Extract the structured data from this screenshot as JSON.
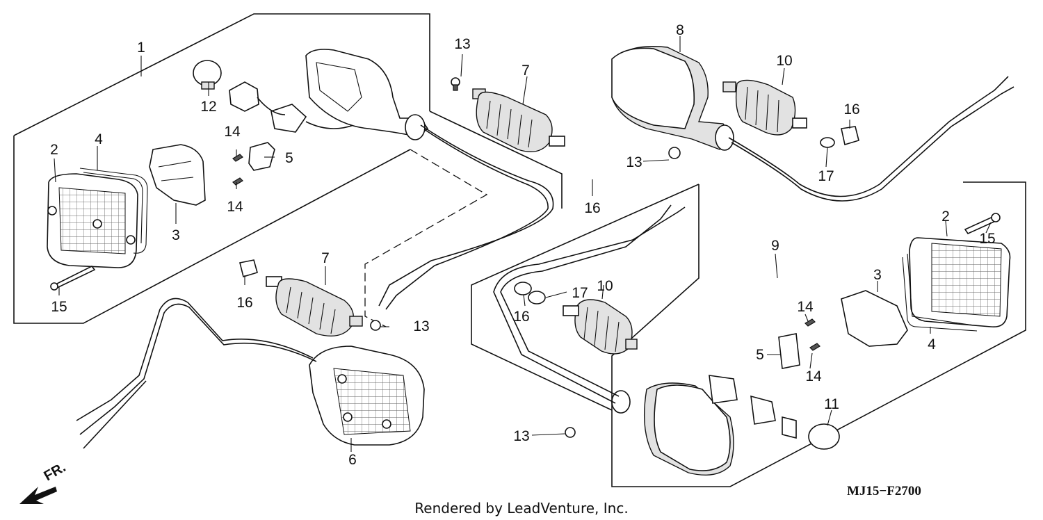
{
  "diagram_code": "MJ15−F2700",
  "footer": "Rendered by LeadVenture, Inc.",
  "direction_label": "FR.",
  "callouts": {
    "c1": "1",
    "c2a": "2",
    "c2b": "2",
    "c3a": "3",
    "c3b": "3",
    "c4a": "4",
    "c4b": "4",
    "c5a": "5",
    "c5b": "5",
    "c6": "6",
    "c7a": "7",
    "c7b": "7",
    "c8": "8",
    "c9": "9",
    "c10a": "10",
    "c10b": "10",
    "c11": "11",
    "c12": "12",
    "c13a": "13",
    "c13b": "13",
    "c13c": "13",
    "c13d": "13",
    "c14a": "14",
    "c14b": "14",
    "c14c": "14",
    "c14d": "14",
    "c15a": "15",
    "c15b": "15",
    "c16a": "16",
    "c16b": "16",
    "c16c": "16",
    "c16d": "16",
    "c17a": "17",
    "c17b": "17"
  }
}
